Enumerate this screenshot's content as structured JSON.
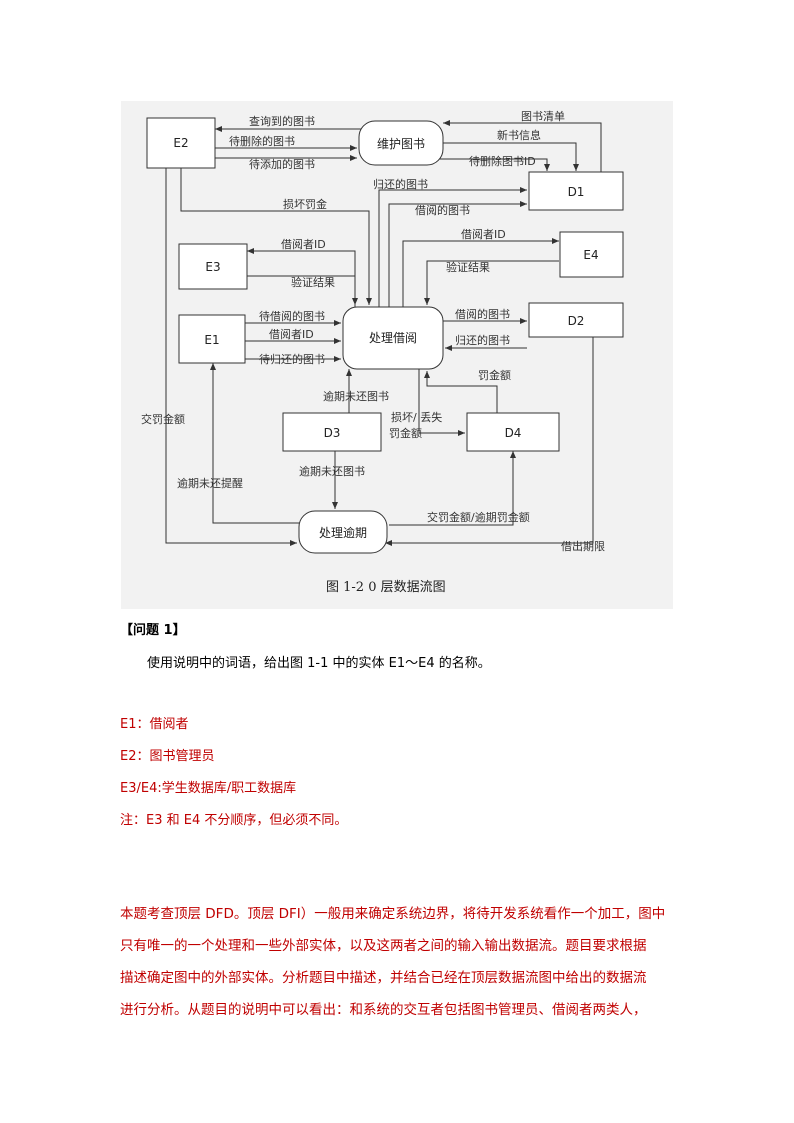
{
  "diagram": {
    "caption": "图 1-2   0 层数据流图",
    "nodes": {
      "e2": "E2",
      "e3": "E3",
      "e1": "E1",
      "e4": "E4",
      "d1": "D1",
      "d2": "D2",
      "d3": "D3",
      "d4": "D4",
      "maintain": "维护图书",
      "borrow": "处理借阅",
      "overdue": "处理逾期"
    },
    "flows": {
      "queried_books": "查询到的图书",
      "books_to_delete": "待删除的图书",
      "books_to_add": "待添加的图书",
      "book_list": "图书清单",
      "new_book_info": "新书信息",
      "delete_book_id": "待删除图书ID",
      "returned_books": "归还的图书",
      "damage_fine": "损坏罚金",
      "borrowed_books": "借阅的图书",
      "borrower_id_e3": "借阅者ID",
      "verify_result_e3": "验证结果",
      "borrower_id_e4": "借阅者ID",
      "verify_result_e4": "验证结果",
      "to_borrow": "待借阅的图书",
      "borrower_id_e1": "借阅者ID",
      "to_return": "待归还的图书",
      "borrowed_to_d2": "借阅的图书",
      "returned_from_d2": "归还的图书",
      "overdue_unreturned_1": "逾期未还图书",
      "damage_lost_1": "损坏/ 丢失",
      "damage_lost_2": "罚金额",
      "fine_amount": "罚金额",
      "pay_fine": "交罚金额",
      "overdue_unreturned_2": "逾期未还图书",
      "overdue_reminder": "逾期未还提醒",
      "pay_overdue_fine": "交罚金额/逾期罚金额",
      "borrow_deadline": "借出期限"
    }
  },
  "question": {
    "heading": "【问题 1】",
    "prompt": "使用说明中的词语，给出图 1-1 中的实体 E1～E4 的名称。"
  },
  "answers": [
    "E1：借阅者",
    "E2：图书管理员",
    "E3/E4:学生数据库/职工数据库",
    "注：E3 和 E4 不分顺序，但必须不同。"
  ],
  "analysis": [
    "本题考查顶层 DFD。顶层 DFI）一般用来确定系统边界，将待开发系统看作一个加工，图中",
    "只有唯一的一个处理和一些外部实体，以及这两者之间的输入输出数据流。题目要求根据",
    "描述确定图中的外部实体。分析题目中描述，并结合已经在顶层数据流图中给出的数据流",
    "进行分析。从题目的说明中可以看出：和系统的交互者包括图书管理员、借阅者两类人，"
  ]
}
